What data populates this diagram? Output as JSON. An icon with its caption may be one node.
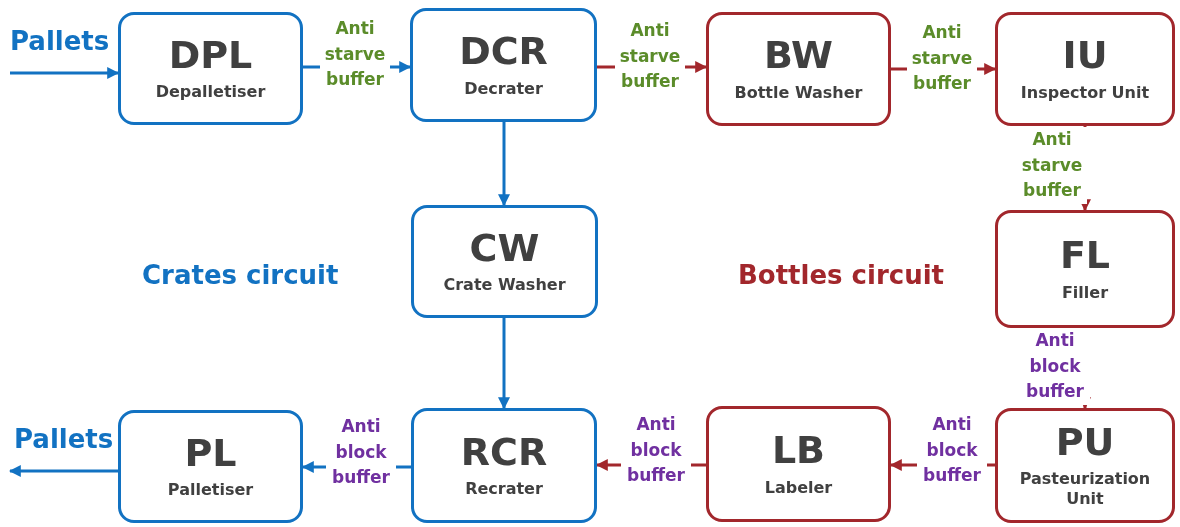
{
  "diagram": {
    "nodes": [
      {
        "text": [
          "DPL",
          "Depalletiser"
        ]
      },
      {
        "text": [
          "DCR",
          "Decrater"
        ]
      },
      {
        "text": [
          "BW",
          "Bottle Washer"
        ]
      },
      {
        "text": [
          "IU",
          "Inspector Unit"
        ]
      },
      {
        "text": [
          "CW",
          "Crate Washer"
        ]
      },
      {
        "text": [
          "FL",
          "Filler"
        ]
      },
      {
        "text": [
          "PL",
          "Palletiser"
        ]
      },
      {
        "text": [
          "RCR",
          "Recrater"
        ]
      },
      {
        "text": [
          "LB",
          "Labeler"
        ]
      },
      {
        "text": [
          "PU",
          "Pasteurization Unit"
        ]
      }
    ],
    "edges": [
      {
        "from": null,
        "to": 0,
        "arrow": "to",
        "color": "#1272c2"
      },
      {
        "from": 0,
        "to": 1,
        "arrow": "to",
        "label": "Anti starve buffer",
        "color": "#1272c2"
      },
      {
        "from": 1,
        "to": 2,
        "arrow": "to",
        "label": "Anti starve buffer",
        "color": "#a2272c"
      },
      {
        "from": 2,
        "to": 3,
        "arrow": "to",
        "label": "Anti starve buffer",
        "color": "#a2272c"
      },
      {
        "from": 1,
        "to": 4,
        "arrow": "to",
        "color": "#1272c2"
      },
      {
        "from": 3,
        "to": 5,
        "arrow": "to",
        "label": "Anti starve buffer",
        "color": "#a2272c"
      },
      {
        "from": 4,
        "to": 7,
        "arrow": "to",
        "color": "#1272c2"
      },
      {
        "from": 5,
        "to": 9,
        "arrow": "to",
        "label": "Anti block buffer",
        "color": "#a2272c"
      },
      {
        "from": 9,
        "to": 8,
        "arrow": "to",
        "label": "Anti block buffer",
        "color": "#a2272c"
      },
      {
        "from": 8,
        "to": 7,
        "arrow": "to",
        "label": "Anti block buffer",
        "color": "#a2272c"
      },
      {
        "from": 7,
        "to": 6,
        "arrow": "to",
        "label": "Anti block buffer",
        "color": "#1272c2"
      },
      {
        "from": 6,
        "to": null,
        "arrow": "to",
        "color": "#1272c2"
      }
    ],
    "labels": [
      "Pallets",
      "Crates circuit",
      "Bottles circuit",
      "Pallets"
    ]
  }
}
